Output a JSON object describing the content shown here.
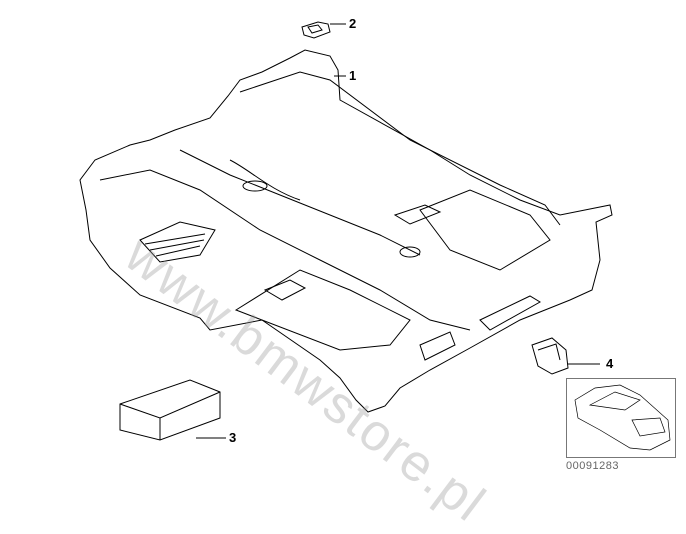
{
  "diagram": {
    "callouts": [
      {
        "label": "1",
        "part": "floor-carpet"
      },
      {
        "label": "2",
        "part": "clip"
      },
      {
        "label": "3",
        "part": "insulation-pad"
      },
      {
        "label": "4",
        "part": "trim-cover"
      }
    ],
    "watermark": "www.bmwstore.pl",
    "document_number": "00091283"
  }
}
